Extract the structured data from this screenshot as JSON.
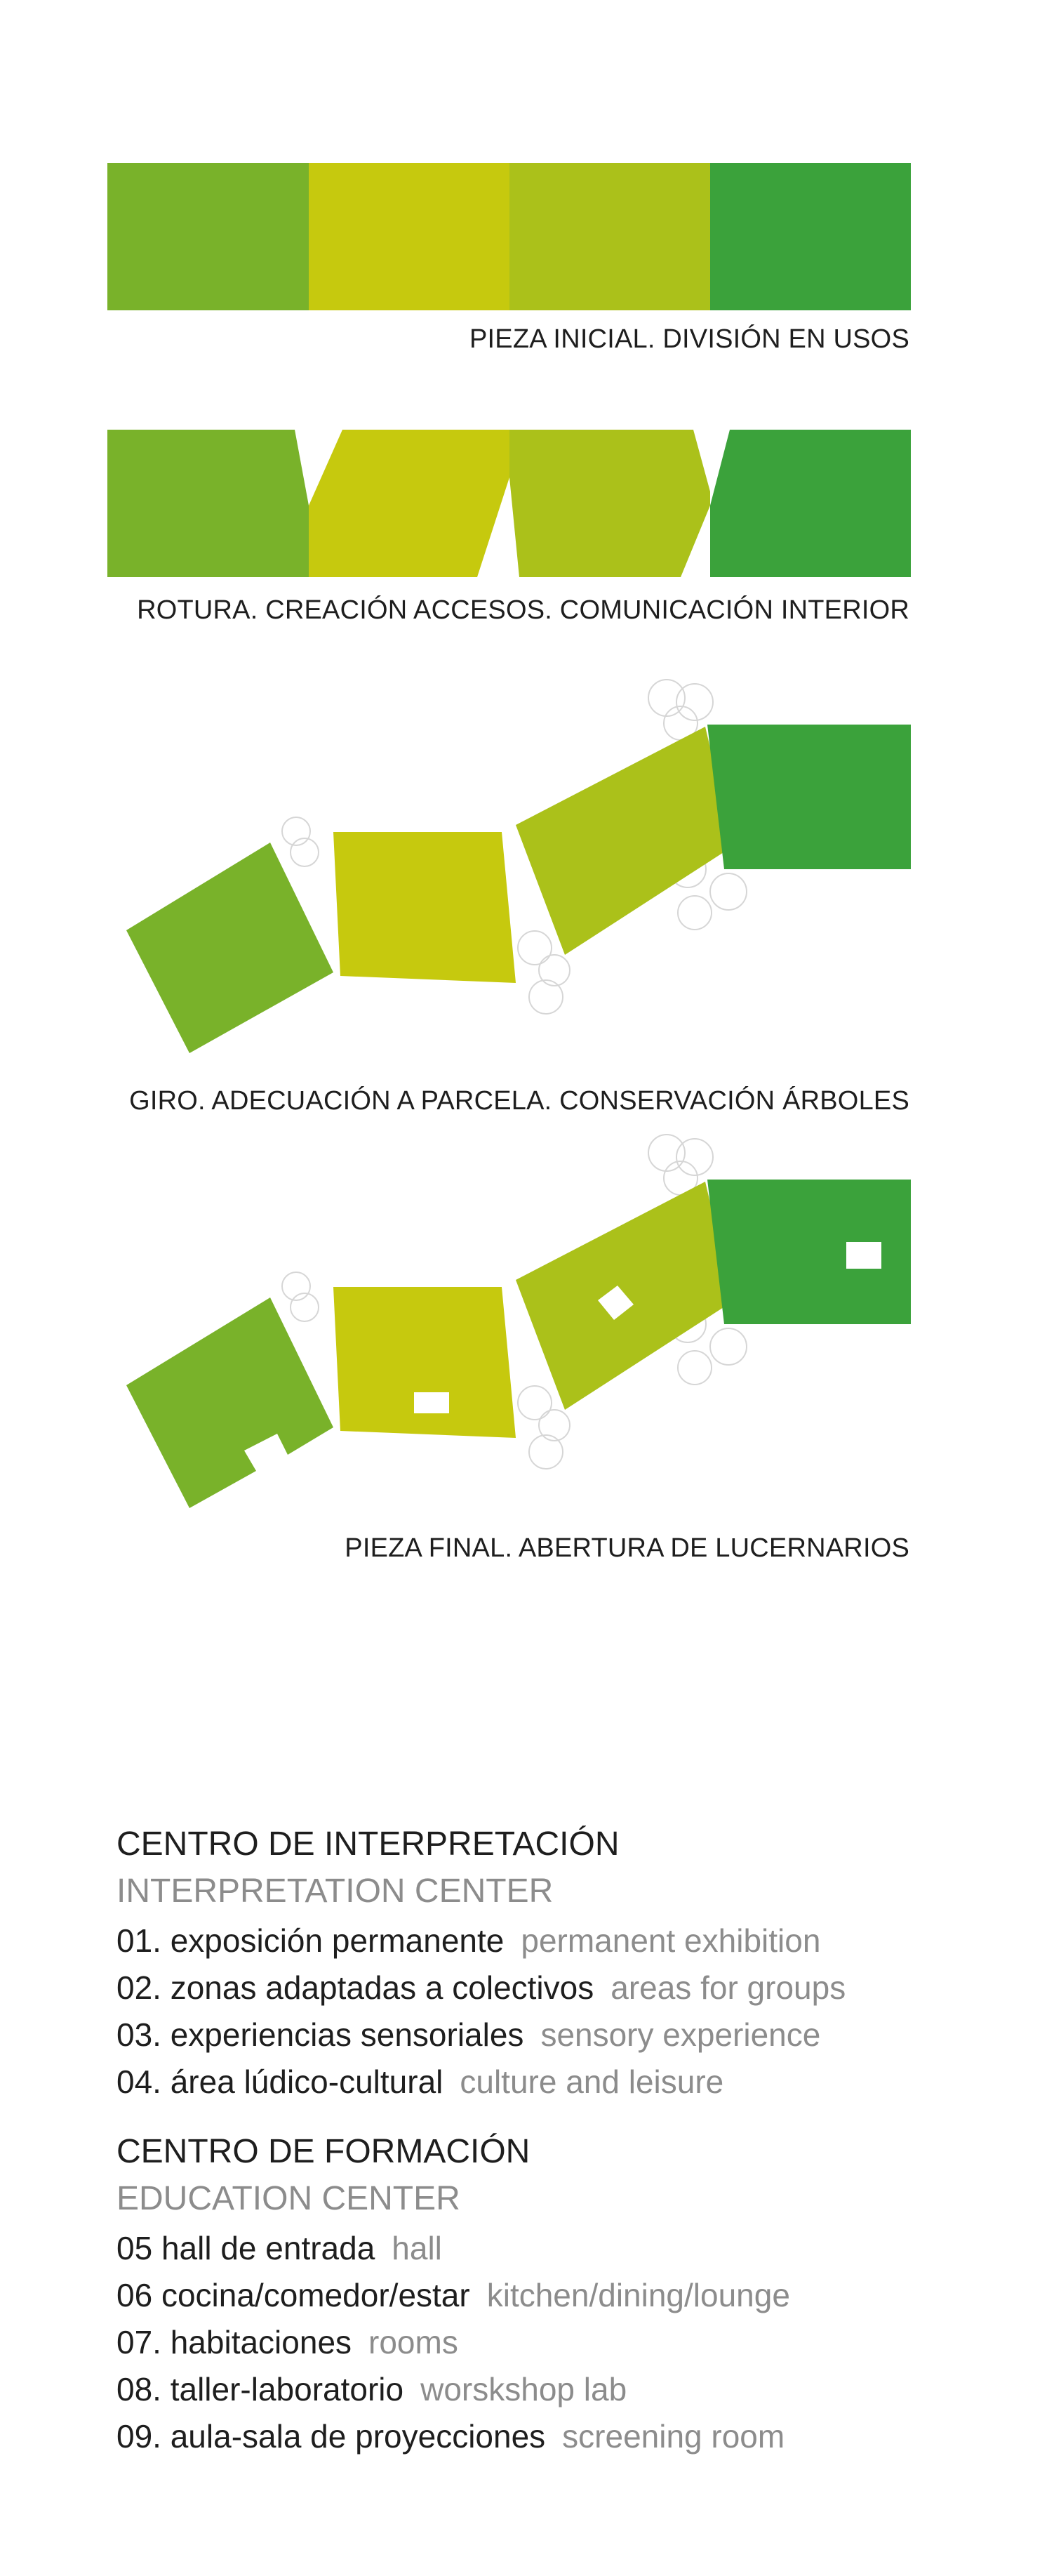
{
  "diagram": {
    "colors": {
      "green_1": "#79b22a",
      "green_2": "#c6c90e",
      "green_3": "#abc11a",
      "green_4": "#3ba23b",
      "tree_outline": "#d6d6d6"
    },
    "captions": {
      "step1": "PIEZA INICIAL. DIVISIÓN EN USOS",
      "step2": "ROTURA. CREACIÓN ACCESOS. COMUNICACIÓN INTERIOR",
      "step3": "GIRO. ADECUACIÓN A PARCELA. CONSERVACIÓN ÁRBOLES",
      "step4": "PIEZA FINAL. ABERTURA DE LUCERNARIOS"
    }
  },
  "legend": {
    "interpretation": {
      "title": "CENTRO DE INTERPRETACIÓN",
      "subtitle": "INTERPRETATION CENTER",
      "items": [
        {
          "es": "01. exposición permanente",
          "en": "permanent exhibition"
        },
        {
          "es": "02. zonas adaptadas a colectivos",
          "en": "areas for groups"
        },
        {
          "es": "03. experiencias sensoriales",
          "en": "sensory experience"
        },
        {
          "es": "04. área lúdico-cultural",
          "en": "culture and leisure"
        }
      ]
    },
    "education": {
      "title": "CENTRO DE FORMACIÓN",
      "subtitle": "EDUCATION CENTER",
      "items": [
        {
          "es": "05 hall de entrada",
          "en": "hall"
        },
        {
          "es": "06 cocina/comedor/estar",
          "en": "kitchen/dining/lounge"
        },
        {
          "es": "07. habitaciones",
          "en": "rooms"
        },
        {
          "es": "08. taller-laboratorio",
          "en": "worskshop lab"
        },
        {
          "es": "09. aula-sala de proyecciones",
          "en": "screening room"
        }
      ]
    }
  }
}
